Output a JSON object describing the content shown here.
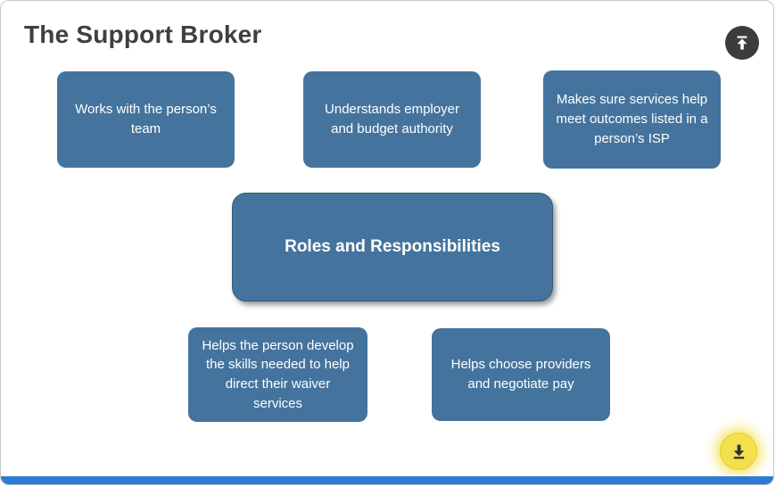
{
  "slide": {
    "title": "The Support Broker"
  },
  "colors": {
    "box_blue": "#44749D",
    "bottom_bar_blue": "#2C7CD5",
    "scroll_up_bg": "#3C3C3C",
    "scroll_down_bg": "#F4DF4D",
    "title_text": "#3F3F3F",
    "box_text": "#FFFFFF"
  },
  "diagram": {
    "center_label": "Roles and Responsibilities",
    "top_boxes": [
      {
        "label": "Works with the person’s team"
      },
      {
        "label": "Understands employer and budget authority"
      },
      {
        "label": "Makes sure services help meet outcomes listed in a person’s ISP"
      }
    ],
    "bottom_boxes": [
      {
        "label": "Helps the person develop the skills needed to help direct their waiver services"
      },
      {
        "label": "Helps choose providers and negotiate pay"
      }
    ]
  },
  "controls": {
    "scroll_up_icon": "up-arrow-to-top",
    "scroll_down_icon": "down-arrow-to-bottom"
  }
}
